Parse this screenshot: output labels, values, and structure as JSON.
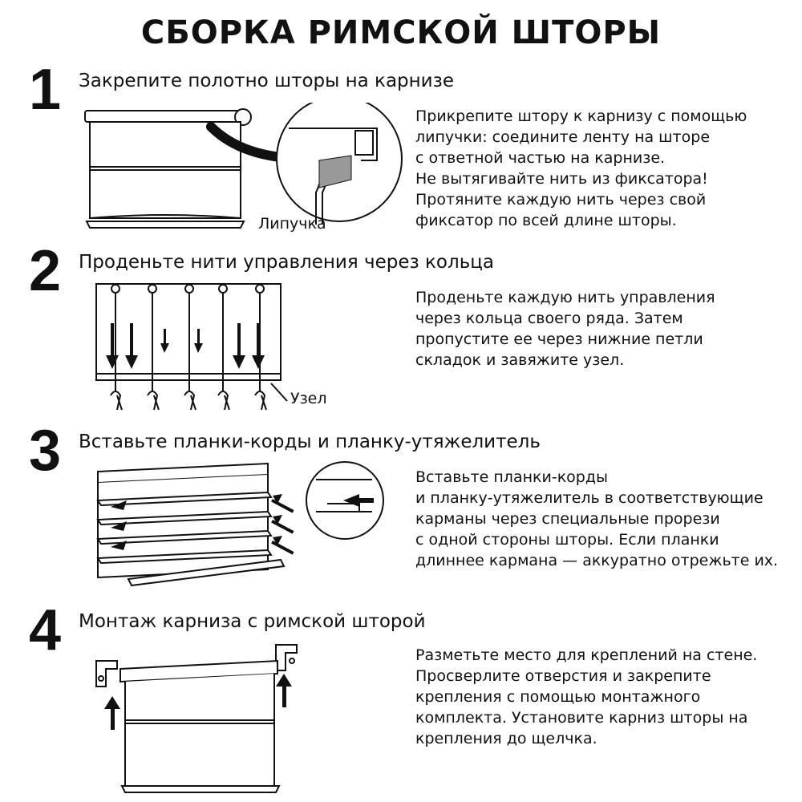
{
  "title": "СБОРКА РИМСКОЙ ШТОРЫ",
  "steps": [
    {
      "number": "1",
      "heading": "Закрепите полотно шторы на карнизе",
      "description": "Прикрепите штору к карнизу с помощью\nлипучки: соедините ленту на шторе\nс ответной частью на карнизе.\nНе вытягивайте нить из фиксатора!\nПротяните каждую нить через свой\nфиксатор по всей длине шторы.",
      "label": "Липучка"
    },
    {
      "number": "2",
      "heading": "Проденьте нити управления через кольца",
      "description": "Проденьте каждую нить управления\nчерез кольца своего ряда. Затем\nпропустите ее через нижние петли\nскладок и завяжите узел.",
      "label": "Узел"
    },
    {
      "number": "3",
      "heading": "Вставьте планки-корды и планку-утяжелитель",
      "description": "Вставьте планки-корды\nи планку-утяжелитель в соответствующие\nкарманы через специальные прорези\nс одной стороны шторы. Если планки\nдлиннее кармана — аккуратно отрежьте их."
    },
    {
      "number": "4",
      "heading": "Монтаж карниза с римской шторой",
      "description": "Разметьте место для креплений на стене.\nПросверлите отверстия и закрепите\nкрепления с помощью монтажного\nкомплекта. Установите карниз шторы на\nкрепления до щелчка."
    }
  ]
}
